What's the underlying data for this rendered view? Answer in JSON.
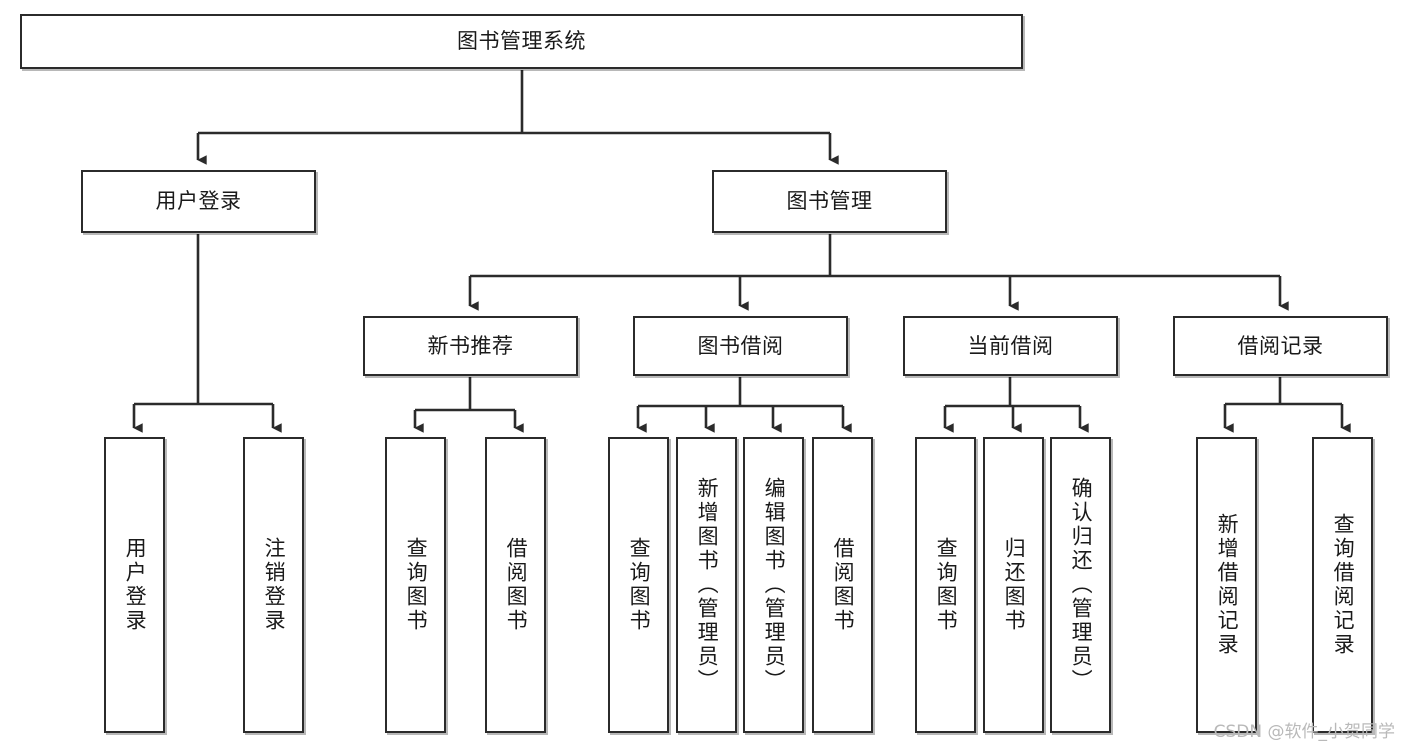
{
  "diagram": {
    "title": "图书管理系统",
    "watermark": "CSDN @软件_小贺同学",
    "colors": {
      "box_border": "#2b2b2b",
      "box_fill": "#ffffff",
      "connector": "#2b2b2b",
      "text": "#1a1a1a",
      "watermark": "#b9b9b9"
    },
    "root": {
      "label": "图书管理系统"
    },
    "level2": [
      {
        "label": "用户登录"
      },
      {
        "label": "图书管理"
      }
    ],
    "level3": [
      {
        "label": "新书推荐"
      },
      {
        "label": "图书借阅"
      },
      {
        "label": "当前借阅"
      },
      {
        "label": "借阅记录"
      }
    ],
    "leaves": {
      "user_login": [
        {
          "label": "用户登录"
        },
        {
          "label": "注销登录"
        }
      ],
      "new_book": [
        {
          "label": "查询图书"
        },
        {
          "label": "借阅图书"
        }
      ],
      "book_borrow": [
        {
          "label": "查询图书"
        },
        {
          "label": "新增图书（管理员）"
        },
        {
          "label": "编辑图书（管理员）"
        },
        {
          "label": "借阅图书"
        }
      ],
      "current_borrow": [
        {
          "label": "查询图书"
        },
        {
          "label": "归还图书"
        },
        {
          "label": "确认归还（管理员）"
        }
      ],
      "borrow_record": [
        {
          "label": "新增借阅记录"
        },
        {
          "label": "查询借阅记录"
        }
      ]
    }
  }
}
